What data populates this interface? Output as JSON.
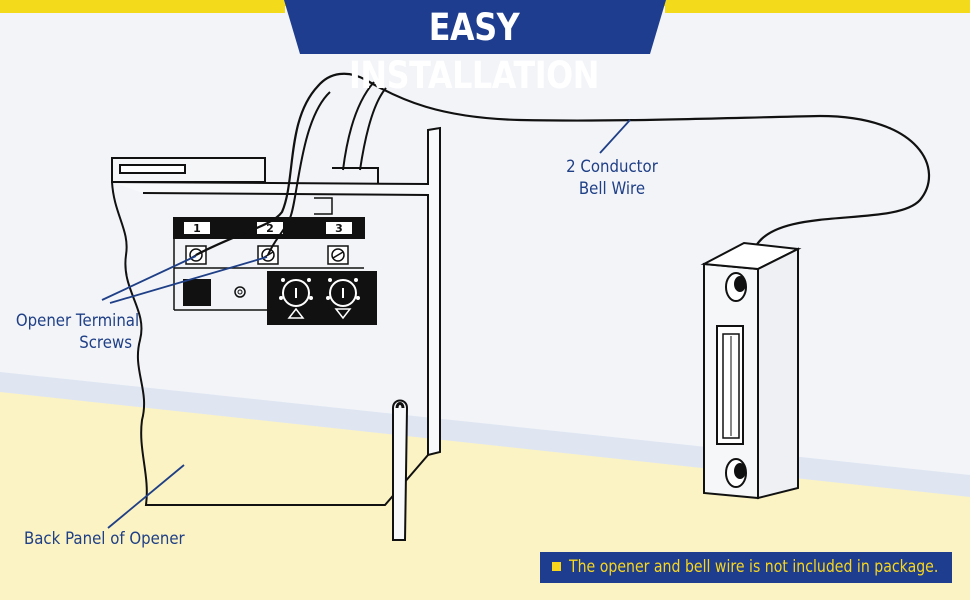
{
  "title": "EASY INSTALLATION",
  "labels": {
    "bell_wire": [
      "2 Conductor",
      "Bell Wire"
    ],
    "terminal_screws": [
      "Opener Terminal",
      "Screws"
    ],
    "back_panel": "Back Panel of Opener"
  },
  "terminals": [
    "1",
    "2",
    "3"
  ],
  "note": "The opener and bell wire is not included in package.",
  "colors": {
    "banner_blue": "#1e3d8f",
    "banner_yellow": "#f3da1a",
    "label_blue": "#1f3f86",
    "note_text": "#f7d61d",
    "floor_yellow": "#fbf3c4",
    "wall": "#f2f4f8"
  }
}
